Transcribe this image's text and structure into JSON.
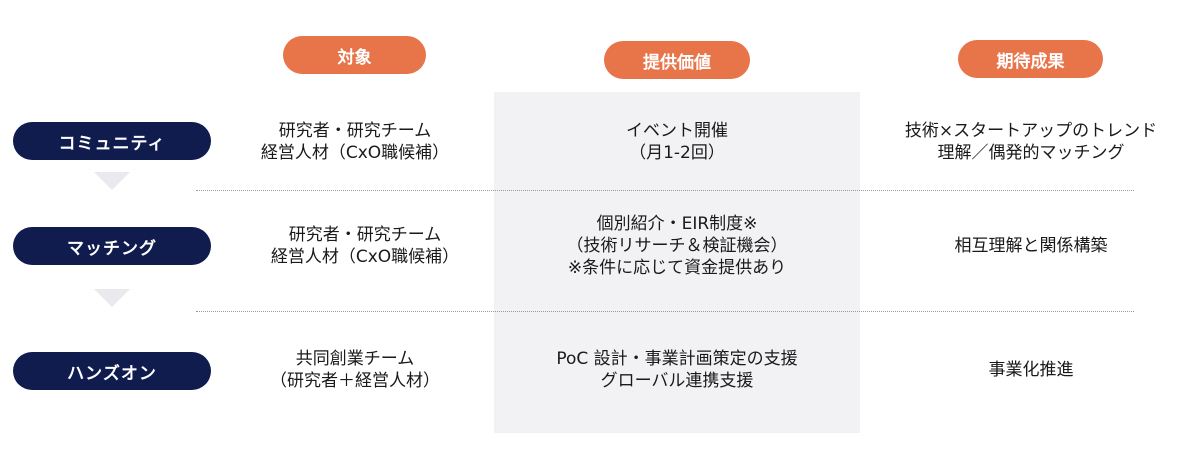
{
  "headers": {
    "target": "対象",
    "value": "提供価値",
    "outcome": "期待成果"
  },
  "colors": {
    "header_pill": "#e8744a",
    "stage_pill": "#111c4e",
    "panel": "#f2f2f4"
  },
  "rows": [
    {
      "stage": "コミュニティ",
      "target": [
        "研究者・研究チーム",
        "経営人材（CxO職候補）"
      ],
      "value": [
        "イベント開催",
        "（月1-2回）"
      ],
      "outcome": [
        "技術×スタートアップのトレンド",
        "理解／偶発的マッチング"
      ]
    },
    {
      "stage": "マッチング",
      "target": [
        "研究者・研究チーム",
        "経営人材（CxO職候補）"
      ],
      "value": [
        "個別紹介・EIR制度※",
        "（技術リサーチ＆検証機会）",
        "※条件に応じて資金提供あり"
      ],
      "outcome": [
        "相互理解と関係構築"
      ]
    },
    {
      "stage": "ハンズオン",
      "target": [
        "共同創業チーム",
        "（研究者＋経営人材）"
      ],
      "value": [
        "PoC 設計・事業計画策定の支援",
        "グローバル連携支援"
      ],
      "outcome": [
        "事業化推進"
      ]
    }
  ]
}
